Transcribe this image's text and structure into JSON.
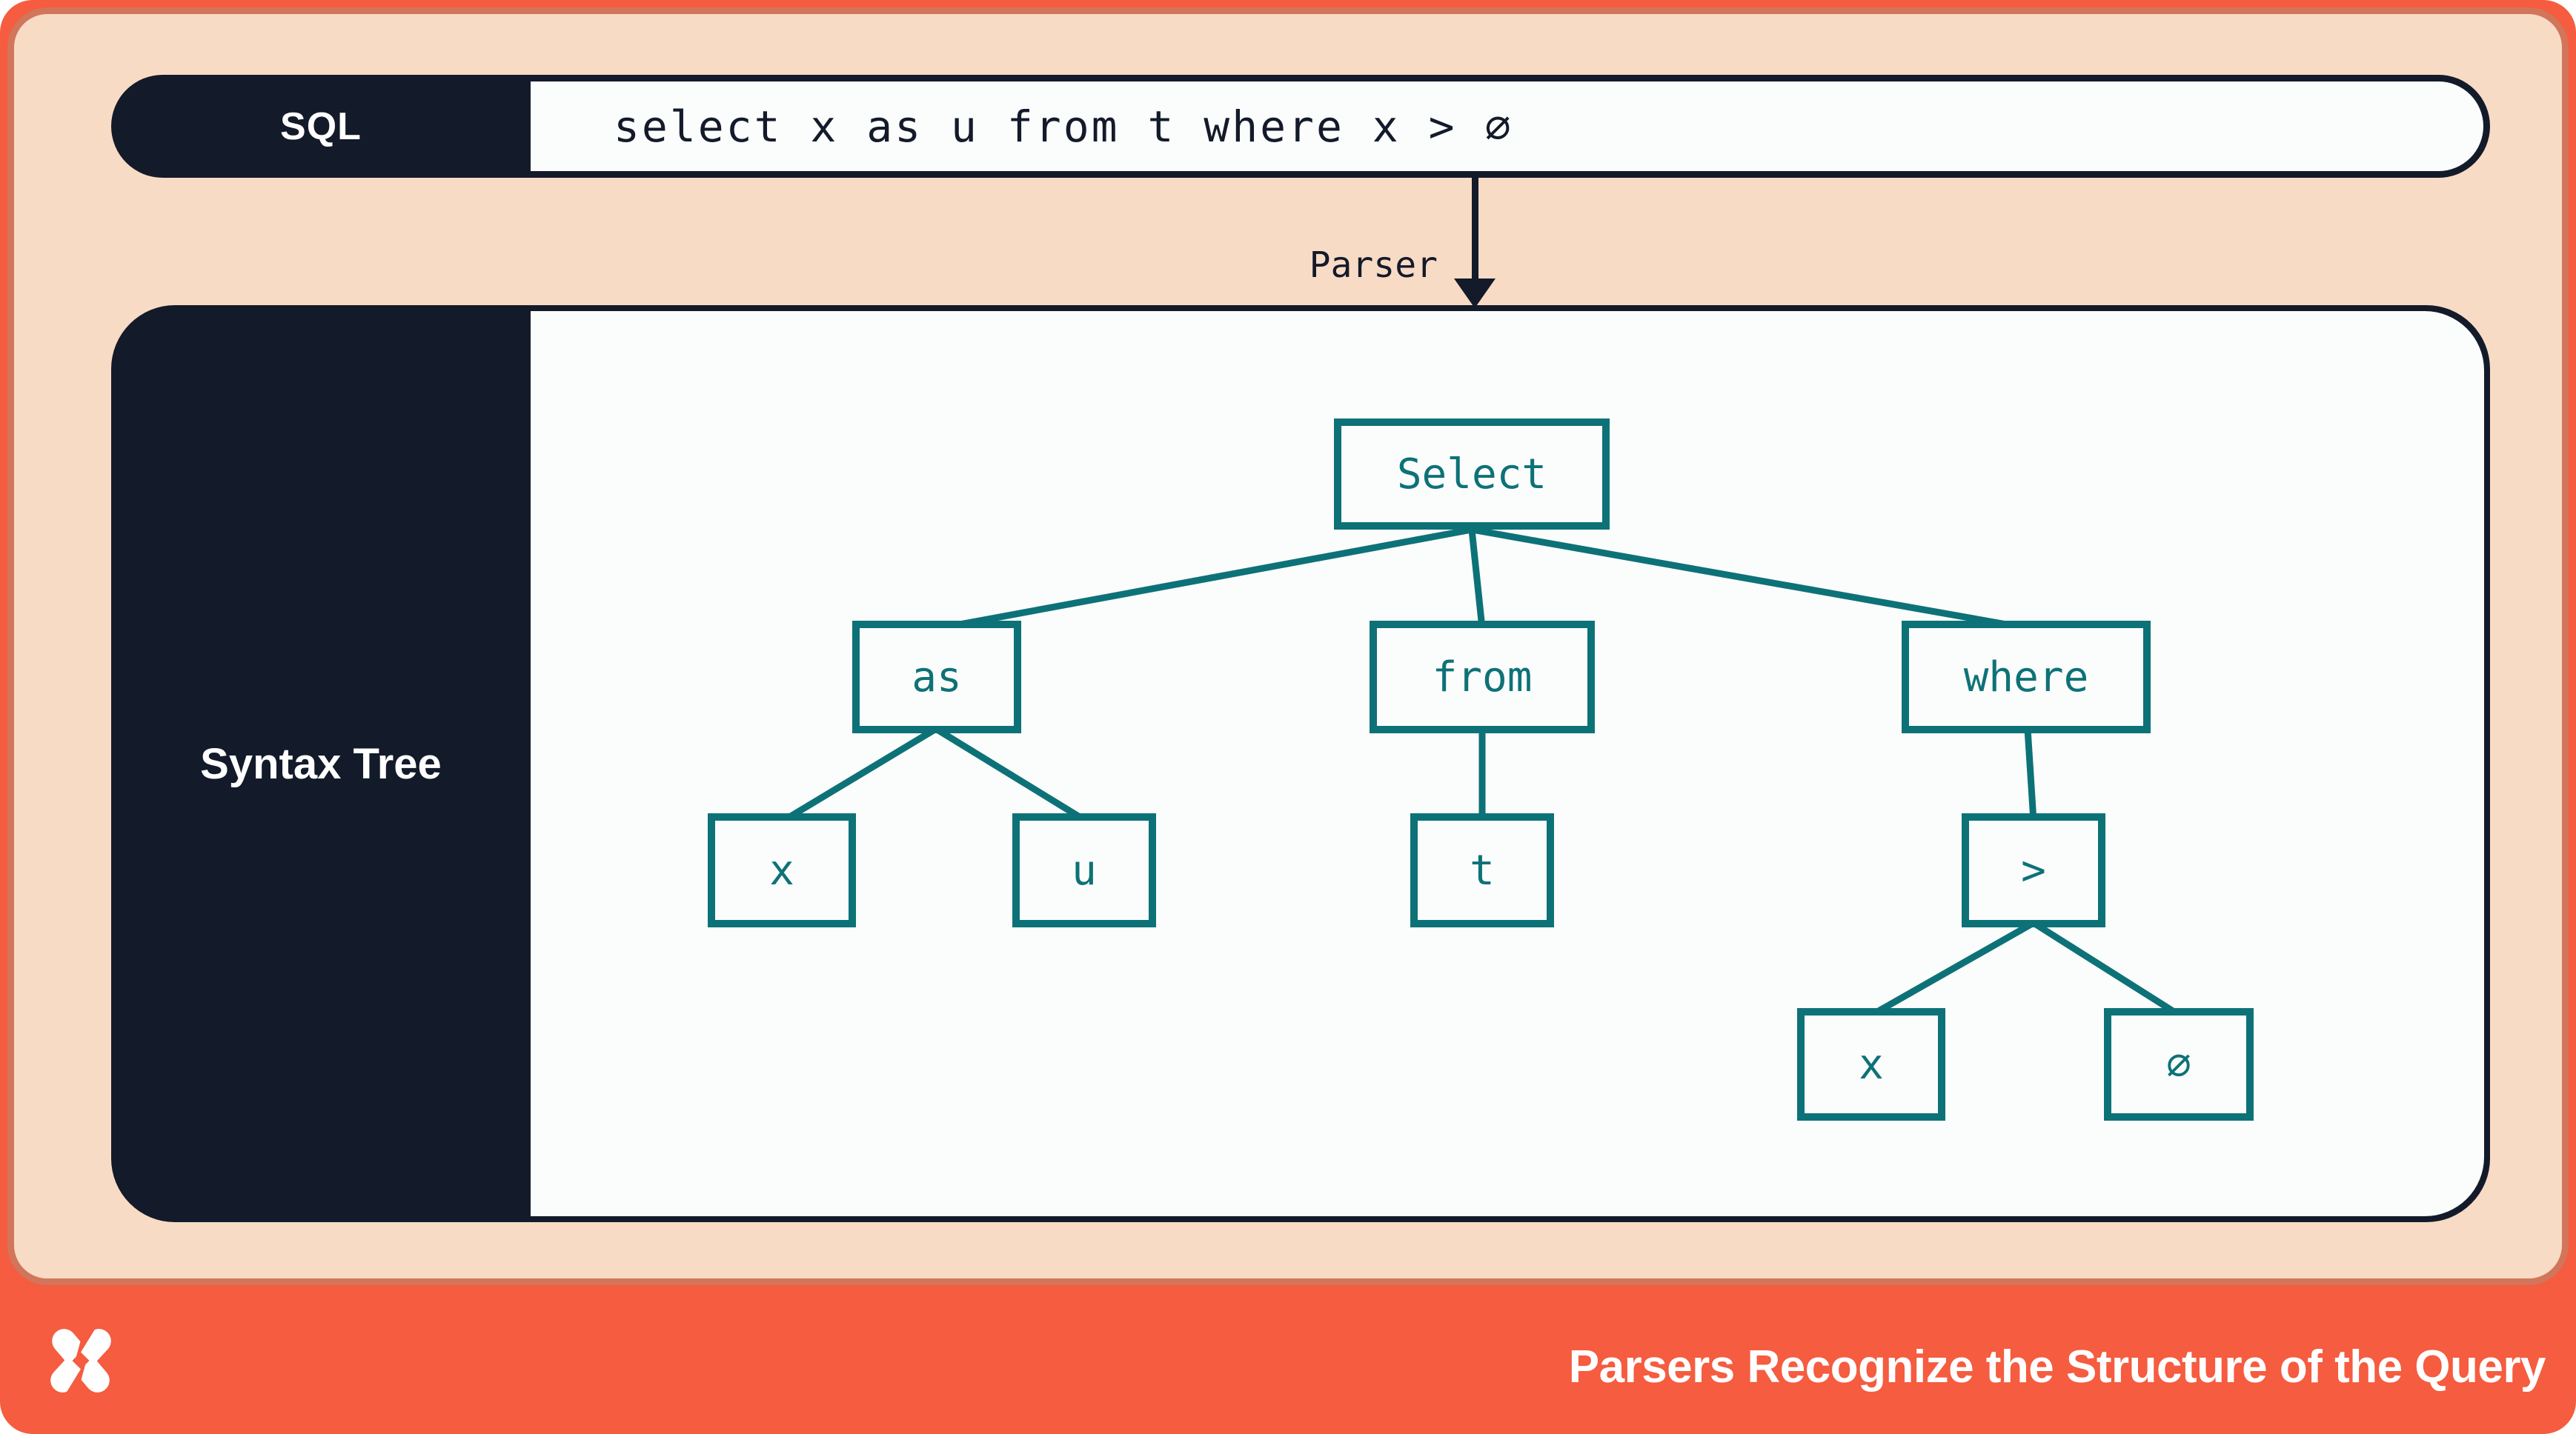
{
  "colors": {
    "coral": "#F55C40",
    "peach": "#F8DBC5",
    "panel-border": "#D2755B",
    "navy": "#131A2A",
    "teal": "#0D7277",
    "paper": "#FBFCFC"
  },
  "sql_bar": {
    "label": "SQL",
    "query": "select x as u from t where x > 0"
  },
  "parser": {
    "label": "Parser"
  },
  "syntax_tree": {
    "label": "Syntax Tree",
    "nodes": [
      {
        "id": "select",
        "label": "Select"
      },
      {
        "id": "as",
        "label": "as"
      },
      {
        "id": "from",
        "label": "from"
      },
      {
        "id": "where",
        "label": "where"
      },
      {
        "id": "x-column",
        "label": "x"
      },
      {
        "id": "u-alias",
        "label": "u"
      },
      {
        "id": "t-table",
        "label": "t"
      },
      {
        "id": "gt-operator",
        "label": ">"
      },
      {
        "id": "x-operand",
        "label": "x"
      },
      {
        "id": "zero-operand",
        "label": "0"
      }
    ],
    "edges": [
      [
        "Select",
        "as"
      ],
      [
        "Select",
        "from"
      ],
      [
        "Select",
        "where"
      ],
      [
        "as",
        "x"
      ],
      [
        "as",
        "u"
      ],
      [
        "from",
        "t"
      ],
      [
        "where",
        ">"
      ],
      [
        ">",
        "x"
      ],
      [
        ">",
        "0"
      ]
    ]
  },
  "footer": {
    "caption": "Parsers Recognize the Structure of the Query",
    "logo": "dolt-pinwheel-logo"
  }
}
